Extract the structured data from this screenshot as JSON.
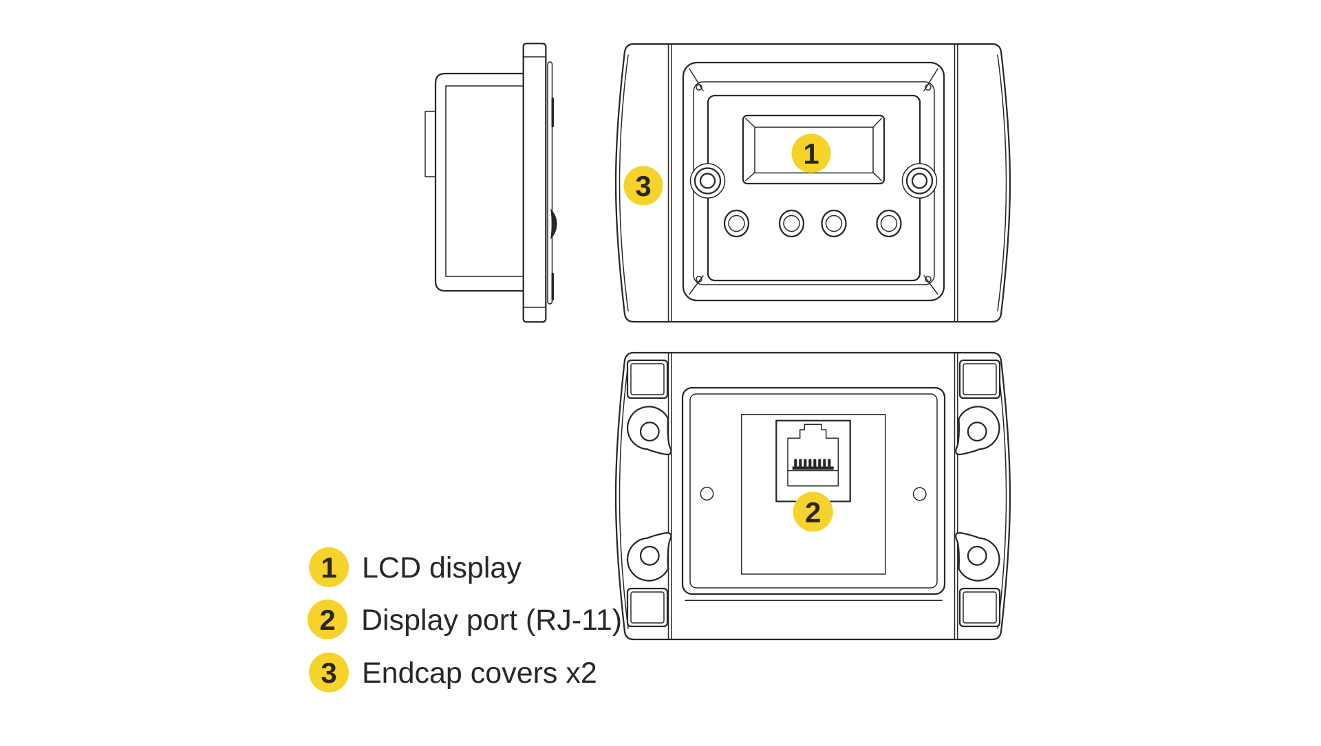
{
  "colors": {
    "badge_yellow": "#F5D32B",
    "ink": "#2B2728"
  },
  "legend": {
    "items": [
      {
        "number": "1",
        "label": "LCD display"
      },
      {
        "number": "2",
        "label": "Display port (RJ-11)"
      },
      {
        "number": "3",
        "label": "Endcap covers x2"
      }
    ]
  },
  "callouts": {
    "lcd": {
      "number": "1"
    },
    "display_port": {
      "number": "2"
    },
    "endcap": {
      "number": "3"
    }
  }
}
